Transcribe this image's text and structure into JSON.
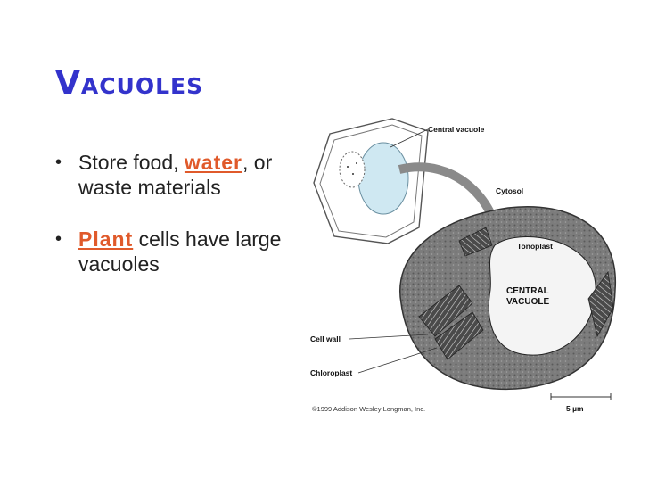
{
  "slide": {
    "title": "Vacuoles",
    "bullets": [
      {
        "marker": "•",
        "pre": "Store food, ",
        "highlight": "water",
        "post": ", or waste materials"
      },
      {
        "marker": "•",
        "pre": "",
        "highlight": "Plant",
        "post": " cells have large vacuoles"
      }
    ]
  },
  "figure": {
    "labels": {
      "central_vacuole": "Central vacuole",
      "cytosol": "Cytosol",
      "tonoplast": "Tonoplast",
      "central_vacuole_caps_1": "CENTRAL",
      "central_vacuole_caps_2": "VACUOLE",
      "cell_wall": "Cell wall",
      "chloroplast": "Chloroplast"
    },
    "scale_bar": "5 µm",
    "copyright": "©1999 Addison Wesley Longman, Inc."
  },
  "colors": {
    "title": "#3333cc",
    "highlight": "#e05a2b",
    "vacuole_fill": "#cfe8f2",
    "arrow": "#8a8a8a"
  }
}
